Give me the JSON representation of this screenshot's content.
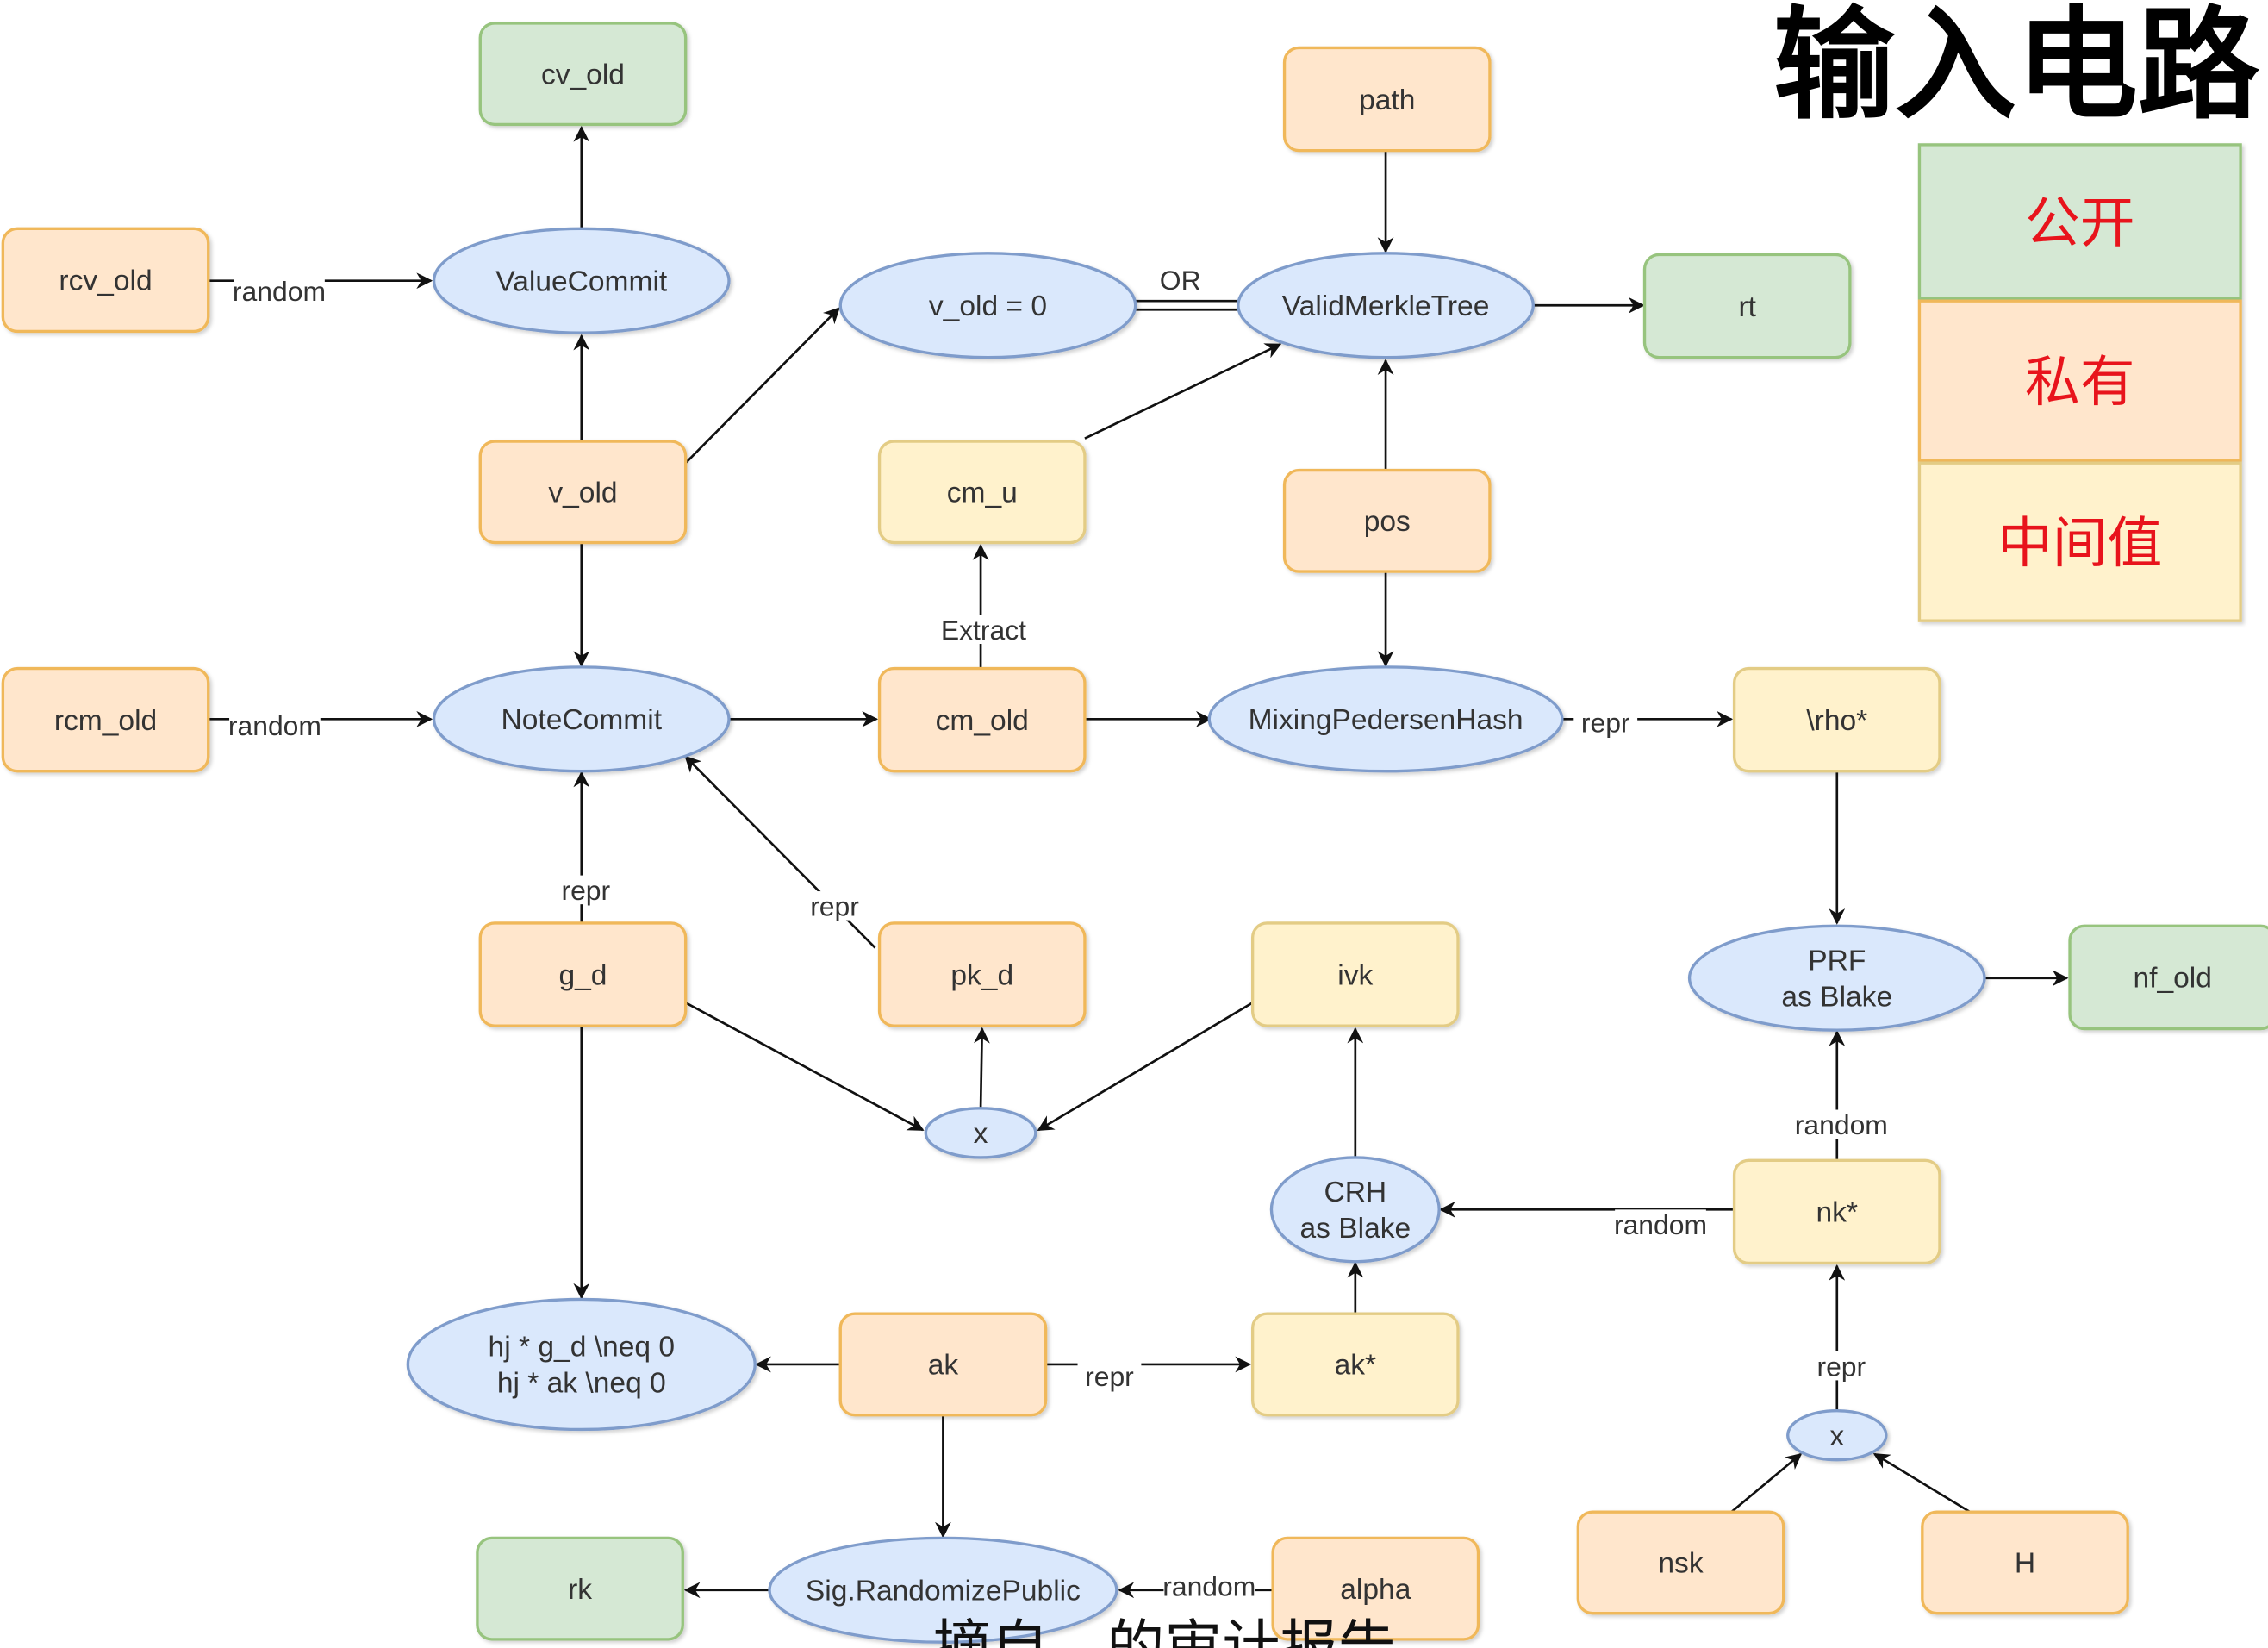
{
  "title": "输入电路",
  "legend": [
    {
      "label": "公开",
      "kind": "public"
    },
    {
      "label": "私有",
      "kind": "private"
    },
    {
      "label": "中间值",
      "kind": "intermediate"
    }
  ],
  "caption": "摘自…的审计报告",
  "colors": {
    "public_fill": "#d5e8d4",
    "public_stroke": "#97c47e",
    "private_fill": "#ffe6cc",
    "private_stroke": "#f0b85a",
    "intermediate_fill": "#fff2cc",
    "intermediate_stroke": "#e3cc85",
    "op_fill": "#dae8fc",
    "op_stroke": "#7f9ccb",
    "text": "#333333",
    "legend_text": "#e8141c"
  },
  "nodes": [
    {
      "id": "cv_old",
      "label": "cv_old",
      "kind": "public"
    },
    {
      "id": "rcv_old",
      "label": "rcv_old",
      "kind": "private"
    },
    {
      "id": "ValueCommit",
      "label": "ValueCommit",
      "kind": "op"
    },
    {
      "id": "v_old_zero",
      "label": "v_old = 0",
      "kind": "op"
    },
    {
      "id": "ValidMerkleTree",
      "label": "ValidMerkleTree",
      "kind": "op"
    },
    {
      "id": "path",
      "label": "path",
      "kind": "private"
    },
    {
      "id": "rt",
      "label": "rt",
      "kind": "public"
    },
    {
      "id": "v_old",
      "label": "v_old",
      "kind": "private"
    },
    {
      "id": "cm_u",
      "label": "cm_u",
      "kind": "intermediate"
    },
    {
      "id": "pos",
      "label": "pos",
      "kind": "private"
    },
    {
      "id": "rcm_old",
      "label": "rcm_old",
      "kind": "private"
    },
    {
      "id": "NoteCommit",
      "label": "NoteCommit",
      "kind": "op"
    },
    {
      "id": "cm_old",
      "label": "cm_old",
      "kind": "private"
    },
    {
      "id": "MixingPedersenHash",
      "label": "MixingPedersenHash",
      "kind": "op"
    },
    {
      "id": "rho",
      "label": "\\rho*",
      "kind": "intermediate"
    },
    {
      "id": "g_d",
      "label": "g_d",
      "kind": "private"
    },
    {
      "id": "pk_d",
      "label": "pk_d",
      "kind": "private"
    },
    {
      "id": "ivk",
      "label": "ivk",
      "kind": "intermediate"
    },
    {
      "id": "PRF",
      "label": "PRF\nas Blake",
      "kind": "op"
    },
    {
      "id": "nf_old",
      "label": "nf_old",
      "kind": "public"
    },
    {
      "id": "x1",
      "label": "x",
      "kind": "op"
    },
    {
      "id": "CRH",
      "label": "CRH\nas Blake",
      "kind": "op"
    },
    {
      "id": "nk",
      "label": "nk*",
      "kind": "intermediate"
    },
    {
      "id": "hj",
      "label": "hj * g_d \\neq 0\nhj * ak \\neq 0",
      "kind": "op"
    },
    {
      "id": "ak",
      "label": "ak",
      "kind": "private"
    },
    {
      "id": "ak_star",
      "label": "ak*",
      "kind": "intermediate"
    },
    {
      "id": "x2",
      "label": "x",
      "kind": "op"
    },
    {
      "id": "rk",
      "label": "rk",
      "kind": "public"
    },
    {
      "id": "SigRand",
      "label": "Sig.RandomizePublic",
      "kind": "op"
    },
    {
      "id": "alpha",
      "label": "alpha",
      "kind": "private"
    },
    {
      "id": "nsk",
      "label": "nsk",
      "kind": "private"
    },
    {
      "id": "H",
      "label": "H",
      "kind": "private"
    }
  ],
  "edges": [
    {
      "from": "rcv_old",
      "to": "ValueCommit",
      "label": "random"
    },
    {
      "from": "ValueCommit",
      "to": "cv_old",
      "label": ""
    },
    {
      "from": "v_old",
      "to": "ValueCommit",
      "label": ""
    },
    {
      "from": "v_old",
      "to": "v_old_zero",
      "label": ""
    },
    {
      "from": "v_old_zero",
      "to": "ValidMerkleTree",
      "label": "OR",
      "style": "double"
    },
    {
      "from": "path",
      "to": "ValidMerkleTree",
      "label": ""
    },
    {
      "from": "ValidMerkleTree",
      "to": "rt",
      "label": ""
    },
    {
      "from": "cm_u",
      "to": "ValidMerkleTree",
      "label": ""
    },
    {
      "from": "pos",
      "to": "ValidMerkleTree",
      "label": ""
    },
    {
      "from": "pos",
      "to": "MixingPedersenHash",
      "label": ""
    },
    {
      "from": "v_old",
      "to": "NoteCommit",
      "label": ""
    },
    {
      "from": "rcm_old",
      "to": "NoteCommit",
      "label": "random"
    },
    {
      "from": "NoteCommit",
      "to": "cm_old",
      "label": ""
    },
    {
      "from": "cm_old",
      "to": "cm_u",
      "label": "Extract"
    },
    {
      "from": "cm_old",
      "to": "MixingPedersenHash",
      "label": ""
    },
    {
      "from": "MixingPedersenHash",
      "to": "rho",
      "label": "repr"
    },
    {
      "from": "rho",
      "to": "PRF",
      "label": ""
    },
    {
      "from": "PRF",
      "to": "nf_old",
      "label": ""
    },
    {
      "from": "g_d",
      "to": "NoteCommit",
      "label": "repr"
    },
    {
      "from": "pk_d",
      "to": "NoteCommit",
      "label": "repr"
    },
    {
      "from": "g_d",
      "to": "x1",
      "label": ""
    },
    {
      "from": "ivk",
      "to": "x1",
      "label": ""
    },
    {
      "from": "x1",
      "to": "pk_d",
      "label": ""
    },
    {
      "from": "g_d",
      "to": "hj",
      "label": ""
    },
    {
      "from": "CRH",
      "to": "ivk",
      "label": ""
    },
    {
      "from": "nk",
      "to": "CRH",
      "label": "random"
    },
    {
      "from": "ak_star",
      "to": "CRH",
      "label": ""
    },
    {
      "from": "nk",
      "to": "PRF",
      "label": "random"
    },
    {
      "from": "x2",
      "to": "nk",
      "label": "repr"
    },
    {
      "from": "nsk",
      "to": "x2",
      "label": ""
    },
    {
      "from": "H",
      "to": "x2",
      "label": ""
    },
    {
      "from": "ak",
      "to": "hj",
      "label": ""
    },
    {
      "from": "ak",
      "to": "ak_star",
      "label": "repr"
    },
    {
      "from": "ak",
      "to": "SigRand",
      "label": ""
    },
    {
      "from": "SigRand",
      "to": "rk",
      "label": ""
    },
    {
      "from": "alpha",
      "to": "SigRand",
      "label": "random"
    }
  ]
}
